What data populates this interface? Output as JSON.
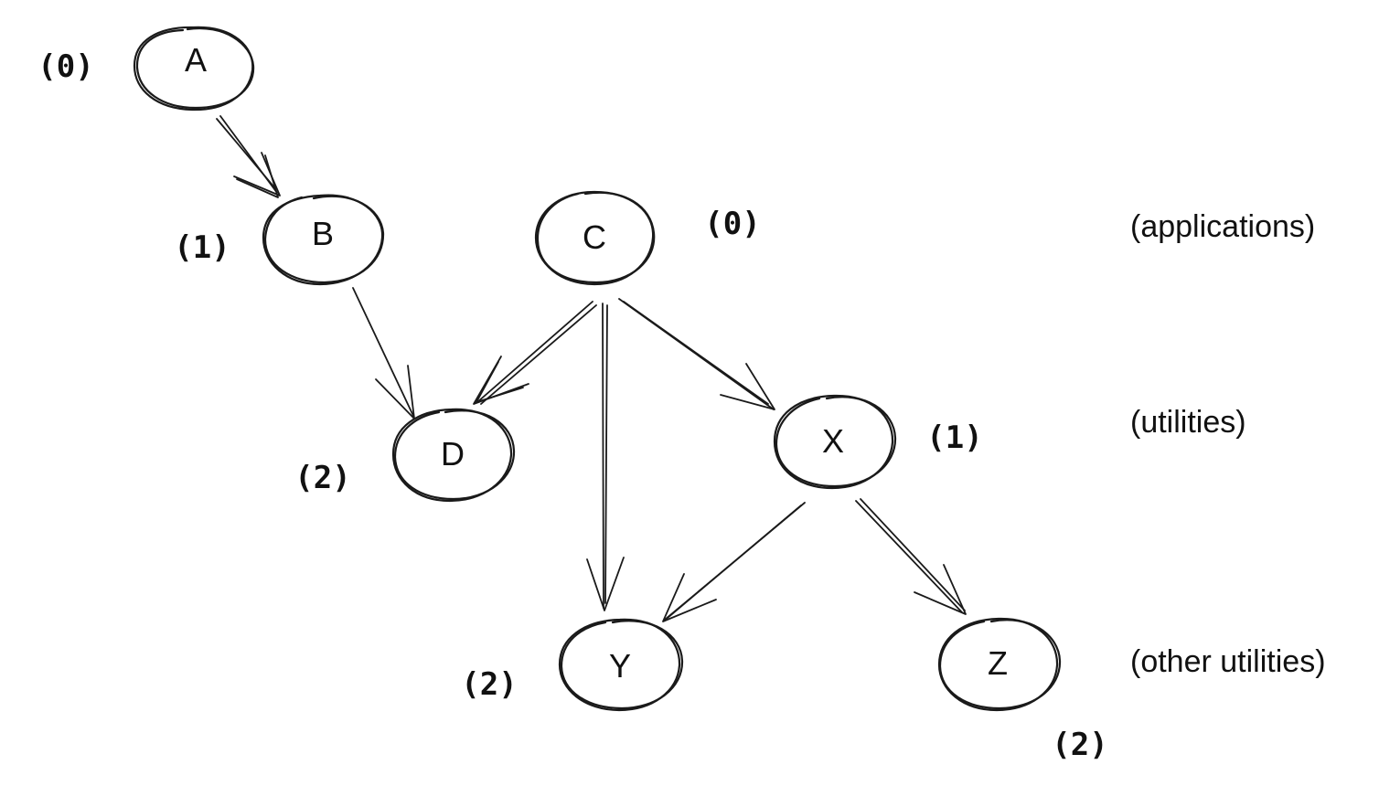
{
  "nodes": {
    "a": {
      "label": "A",
      "level": "(0)"
    },
    "b": {
      "label": "B",
      "level": "(1)"
    },
    "c": {
      "label": "C",
      "level": "(0)"
    },
    "d": {
      "label": "D",
      "level": "(2)"
    },
    "x": {
      "label": "X",
      "level": "(1)"
    },
    "y": {
      "label": "Y",
      "level": "(2)"
    },
    "z": {
      "label": "Z",
      "level": "(2)"
    }
  },
  "edges": [
    {
      "from": "A",
      "to": "B"
    },
    {
      "from": "B",
      "to": "D"
    },
    {
      "from": "C",
      "to": "D"
    },
    {
      "from": "C",
      "to": "Y"
    },
    {
      "from": "C",
      "to": "X"
    },
    {
      "from": "X",
      "to": "Y"
    },
    {
      "from": "X",
      "to": "Z"
    }
  ],
  "tiers": {
    "top": "(applications)",
    "middle": "(utilities)",
    "bottom": "(other utilities)"
  }
}
